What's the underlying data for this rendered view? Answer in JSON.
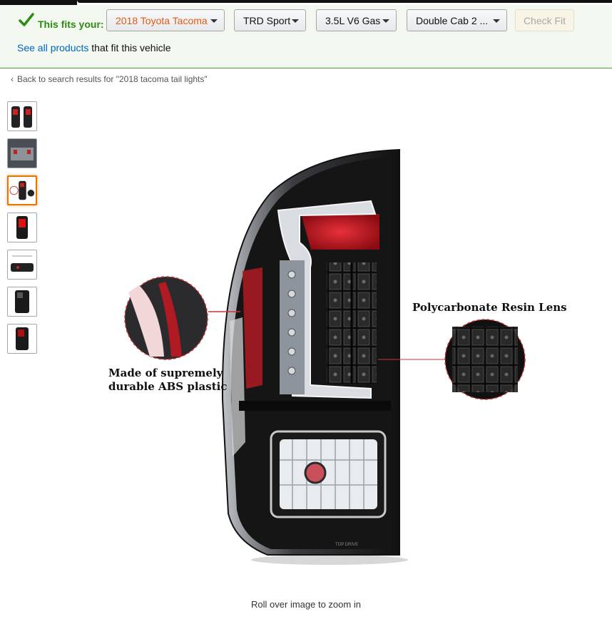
{
  "fitment": {
    "label": "This fits your:",
    "year_make_model": "2018 Toyota Tacoma",
    "trim": "TRD Sport",
    "engine": "3.5L V6 Gas",
    "body": "Double Cab 2 ...",
    "check_fit_label": "Check Fit",
    "see_all_link": "See all products",
    "see_all_suffix": " that fit this vehicle"
  },
  "breadcrumb": {
    "back_text": "Back to search results for \"2018 tacoma tail lights\""
  },
  "gallery": {
    "thumbnails": [
      {
        "alt": "tail lights pair"
      },
      {
        "alt": "installed on truck"
      },
      {
        "alt": "lens closeup"
      },
      {
        "alt": "lit tail light"
      },
      {
        "alt": "dimensions diagram"
      },
      {
        "alt": "rear view"
      },
      {
        "alt": "side view"
      }
    ],
    "active_index": 2,
    "caption_left_line1": "Made of supremely",
    "caption_left_line2": "durable ABS plastic",
    "caption_right": "Polycarbonate Resin Lens",
    "zoom_hint": "Roll over image to zoom in"
  },
  "colors": {
    "accent_orange": "#e77600",
    "link_blue": "#0066c0",
    "fit_green": "#2d8a13"
  }
}
